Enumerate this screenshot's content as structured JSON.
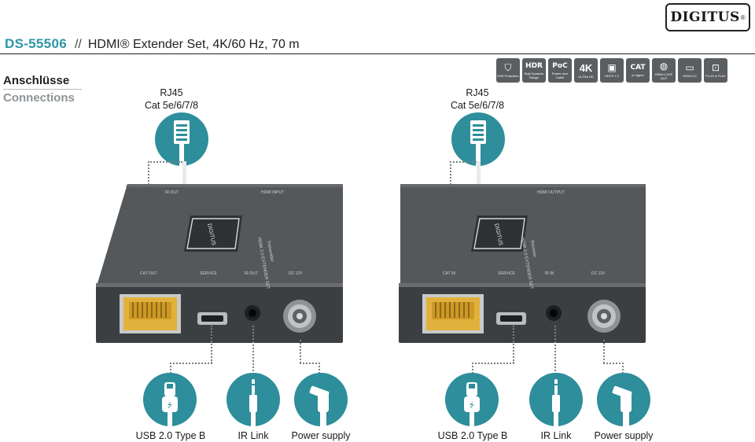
{
  "brand": {
    "logo_text": "DIGITUS",
    "logo_mark": "®"
  },
  "header": {
    "model": "DS-55506",
    "separator": "//",
    "title": "HDMI® Extender Set, 4K/60 Hz, 70 m"
  },
  "features": [
    {
      "icon": "shield-icon",
      "main": "",
      "sub": "ESD Protection"
    },
    {
      "icon": "",
      "main": "HDR",
      "sub": "High Dynamic Range"
    },
    {
      "icon": "",
      "main": "PoC",
      "sub": "Power over Cable"
    },
    {
      "icon": "",
      "main": "4K",
      "sub": "ULTRA HD"
    },
    {
      "icon": "hdcp-icon",
      "main": "",
      "sub": "HDCP 2.2"
    },
    {
      "icon": "",
      "main": "CAT",
      "sub": "or higher"
    },
    {
      "icon": "ir-icon",
      "main": "",
      "sub": "HDMI LOOP OUT"
    },
    {
      "icon": "hdmi-icon",
      "main": "",
      "sub": "HDMI 2.0"
    },
    {
      "icon": "plug-play-icon",
      "main": "",
      "sub": "PLUG & PLAY"
    }
  ],
  "sections": {
    "de": "Anschlüsse",
    "en": "Connections"
  },
  "transmitter": {
    "rj45_label": "RJ45",
    "cat_label": "Cat 5e/6/7/8",
    "usb_label": "USB 2.0 Type B",
    "ir_label": "IR Link",
    "power_label": "Power supply"
  },
  "receiver": {
    "rj45_label": "RJ45",
    "cat_label": "Cat 5e/6/7/8",
    "usb_label": "USB 2.0 Type B",
    "ir_label": "IR Link",
    "power_label": "Power supply"
  },
  "colors": {
    "accent": "#2c97a6",
    "bubble": "#2e8e9b",
    "device_body": "#4a4d50",
    "rj45_port": "#e2b13c"
  }
}
